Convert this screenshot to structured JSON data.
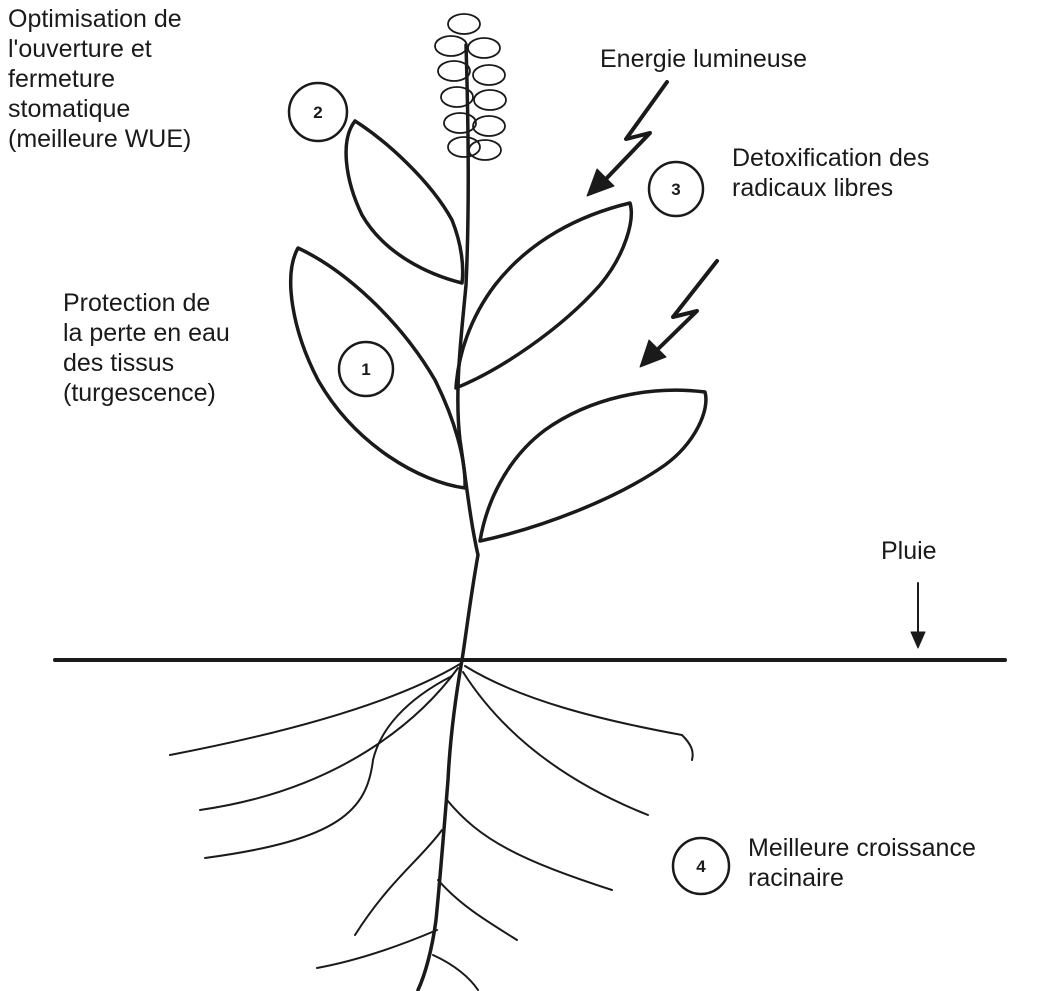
{
  "colors": {
    "ink": "#1a1a1a",
    "background": "#ffffff"
  },
  "labels": {
    "stomata": [
      "Optimisation de",
      "l'ouverture et",
      "fermeture",
      "stomatique",
      "(meilleure WUE)"
    ],
    "light": [
      "Energie lumineuse"
    ],
    "detox": [
      "Detoxification des",
      "radicaux libres"
    ],
    "protection": [
      "Protection de",
      "la perte en eau",
      "des tissus",
      "(turgescence)"
    ],
    "rain": [
      "Pluie"
    ],
    "roots": [
      "Meilleure croissance",
      "racinaire"
    ]
  },
  "badges": {
    "b1": "1",
    "b2": "2",
    "b3": "3",
    "b4": "4"
  }
}
